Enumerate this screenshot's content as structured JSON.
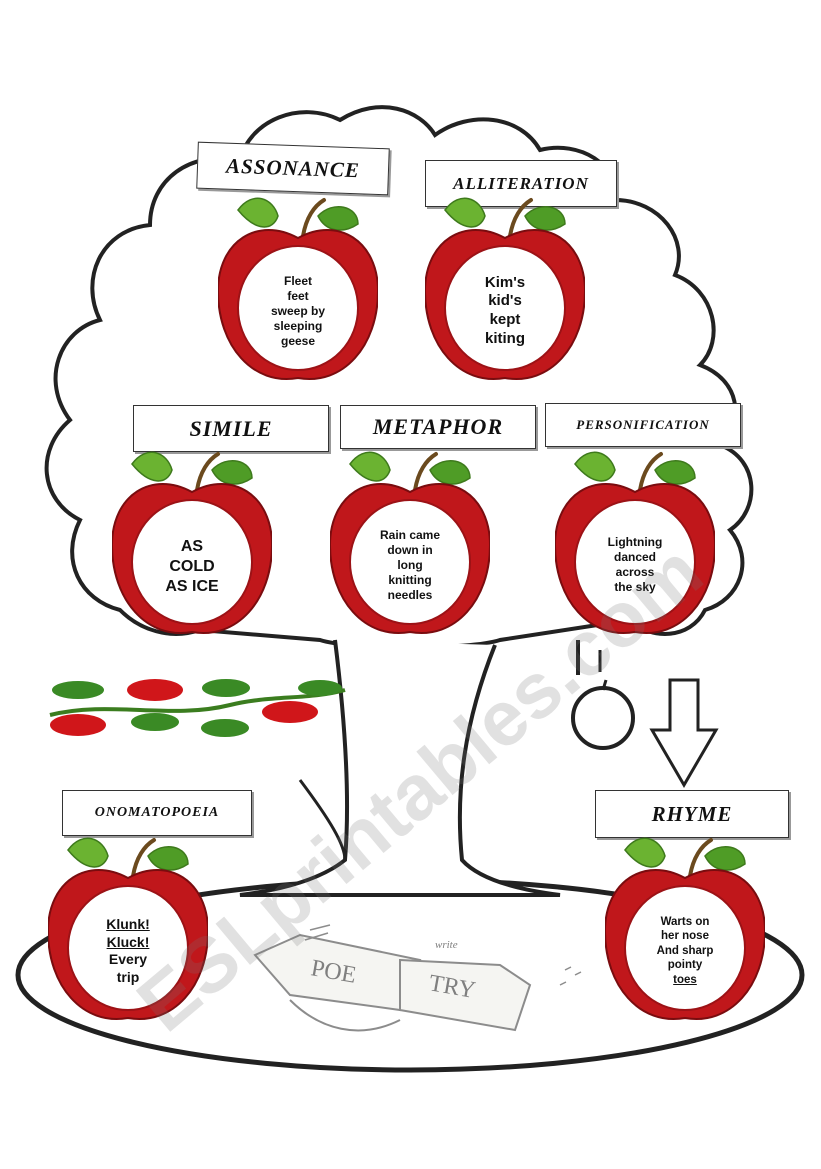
{
  "banners": {
    "assonance": "ASSONANCE",
    "alliteration": "ALLITERATION",
    "simile": "SIMILE",
    "metaphor": "METAPHOR",
    "personification": "PERSONIFICATION",
    "onomatopoeia": "ONOMATOPOEIA",
    "rhyme": "RHYME"
  },
  "apples": {
    "assonance": [
      "Fleet",
      "feet",
      "sweep by",
      "sleeping",
      "geese"
    ],
    "alliteration": [
      "Kim's",
      "kid's",
      "kept",
      "kiting"
    ],
    "simile": [
      "AS",
      "COLD",
      "AS ICE"
    ],
    "metaphor": [
      "Rain came",
      "down in",
      "long",
      "knitting",
      "needles"
    ],
    "personification": [
      "Lightning",
      "danced",
      "across",
      "the sky"
    ],
    "onomatopoeia": [
      "Klunk!",
      "Kluck!",
      "Every",
      "trip"
    ],
    "rhyme": [
      "Warts on",
      "her nose",
      "And sharp",
      "pointy",
      "toes"
    ]
  },
  "book": {
    "pages": [
      "POE",
      "TRY"
    ],
    "scribble": "write"
  },
  "watermark": "ESLprintables.com",
  "colors": {
    "apple_red": "#c0171b",
    "leaf_green": "#5aa12a",
    "outline": "#222222"
  }
}
